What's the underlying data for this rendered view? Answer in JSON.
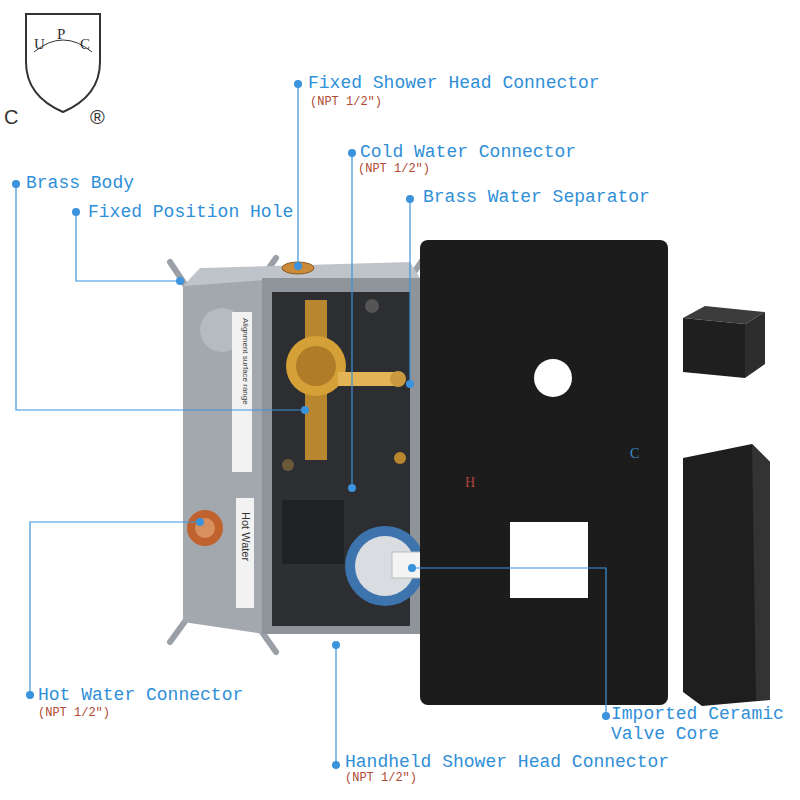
{
  "diagram": {
    "labels": [
      "Fixed Shower Head Connector",
      "(NPT 1/2\")",
      "Cold Water Connector",
      "(NPT 1/2\")",
      "Brass Body",
      "Fixed Position Hole",
      "Brass Water Separator",
      "Hot Water Connector",
      "(NPT 1/2\")",
      "Imported Ceramic Valve Core",
      "Handheld Shower Head Connector",
      "(NPT 1/2\")",
      "U",
      "P",
      "C",
      "C",
      "®",
      "Hot Water",
      "H",
      "C",
      "Alignment surface range"
    ]
  }
}
